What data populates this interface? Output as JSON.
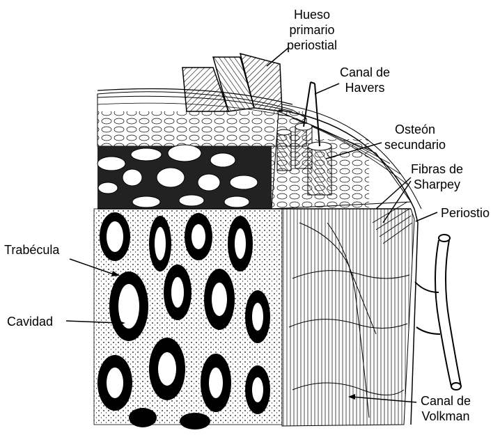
{
  "labels": {
    "hueso_primario": [
      "Hueso",
      "primario",
      "periostial"
    ],
    "canal_havers": [
      "Canal de",
      "Havers"
    ],
    "osteon": [
      "Osteón",
      "secundario"
    ],
    "sharpey": [
      "Fibras de",
      "Sharpey"
    ],
    "periostio": "Periostio",
    "trabecula": "Trabécula",
    "cavidad": "Cavidad",
    "volkman": [
      "Canal de",
      "Volkman"
    ]
  }
}
